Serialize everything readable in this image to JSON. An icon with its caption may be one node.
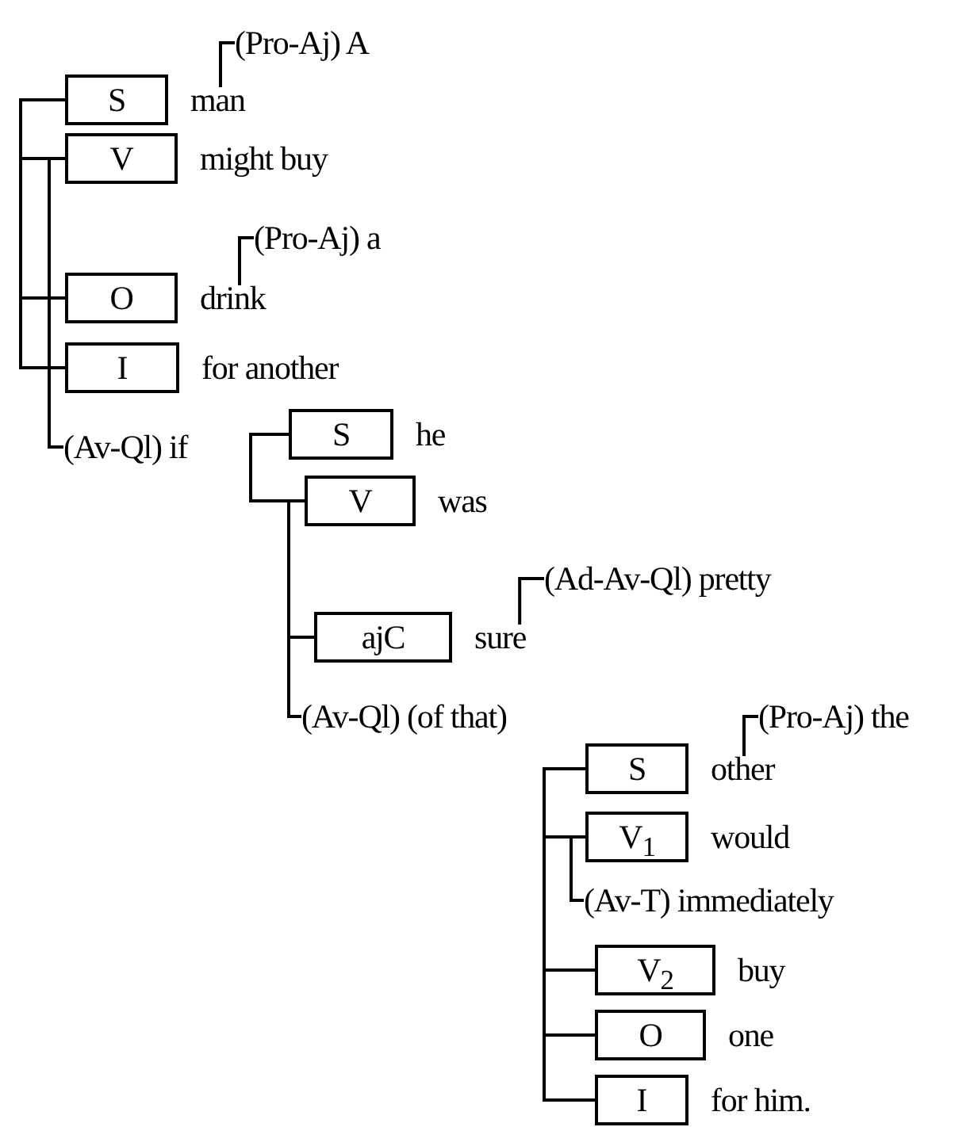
{
  "diagram": {
    "nodes": [
      {
        "text": [
          "(Pro-Aj) A"
        ]
      },
      {
        "text": [
          "S"
        ],
        "beside": [
          "man"
        ]
      },
      {
        "text": [
          "V"
        ],
        "beside": [
          "might buy"
        ]
      },
      {
        "text": [
          "(Pro-Aj) a"
        ]
      },
      {
        "text": [
          "O"
        ],
        "beside": [
          "drink"
        ]
      },
      {
        "text": [
          "I"
        ],
        "beside": [
          "for another"
        ]
      },
      {
        "text": [
          "(Av-Ql) if"
        ]
      },
      {
        "text": [
          "S"
        ],
        "beside": [
          "he"
        ]
      },
      {
        "text": [
          "V"
        ],
        "beside": [
          "was"
        ]
      },
      {
        "text": [
          "(Ad-Av-Ql) pretty"
        ]
      },
      {
        "text": [
          "ajC"
        ],
        "beside": [
          "sure"
        ]
      },
      {
        "text": [
          "(Av-Ql) (of that)"
        ]
      },
      {
        "text": [
          "(Pro-Aj) the"
        ]
      },
      {
        "text": [
          "S"
        ],
        "beside": [
          "other"
        ]
      },
      {
        "text": [
          "V$_{1}$"
        ],
        "beside": [
          "would"
        ]
      },
      {
        "text": [
          "(Av-T) immediately"
        ]
      },
      {
        "text": [
          "V$_{2}$"
        ],
        "beside": [
          "buy"
        ]
      },
      {
        "text": [
          "O"
        ],
        "beside": [
          "one"
        ]
      },
      {
        "text": [
          "I"
        ],
        "beside": [
          "for him."
        ]
      }
    ],
    "edges": [
      {
        "from": 0,
        "to": 1,
        "arrow": "none"
      },
      {
        "from": 1,
        "to": 2,
        "arrow": "none"
      },
      {
        "from": 2,
        "to": 4,
        "arrow": "none"
      },
      {
        "from": 3,
        "to": 4,
        "arrow": "none"
      },
      {
        "from": 4,
        "to": 5,
        "arrow": "none"
      },
      {
        "from": 2,
        "to": 6,
        "arrow": "none"
      },
      {
        "from": 7,
        "to": 8,
        "arrow": "none"
      },
      {
        "from": 8,
        "to": 10,
        "arrow": "none"
      },
      {
        "from": 9,
        "to": 10,
        "arrow": "none"
      },
      {
        "from": 8,
        "to": 11,
        "arrow": "none"
      },
      {
        "from": 12,
        "to": 13,
        "arrow": "none"
      },
      {
        "from": 13,
        "to": 14,
        "arrow": "none"
      },
      {
        "from": 14,
        "to": 15,
        "arrow": "none"
      },
      {
        "from": 14,
        "to": 16,
        "arrow": "none"
      },
      {
        "from": 16,
        "to": 17,
        "arrow": "none"
      },
      {
        "from": 17,
        "to": 18,
        "arrow": "none"
      }
    ]
  }
}
